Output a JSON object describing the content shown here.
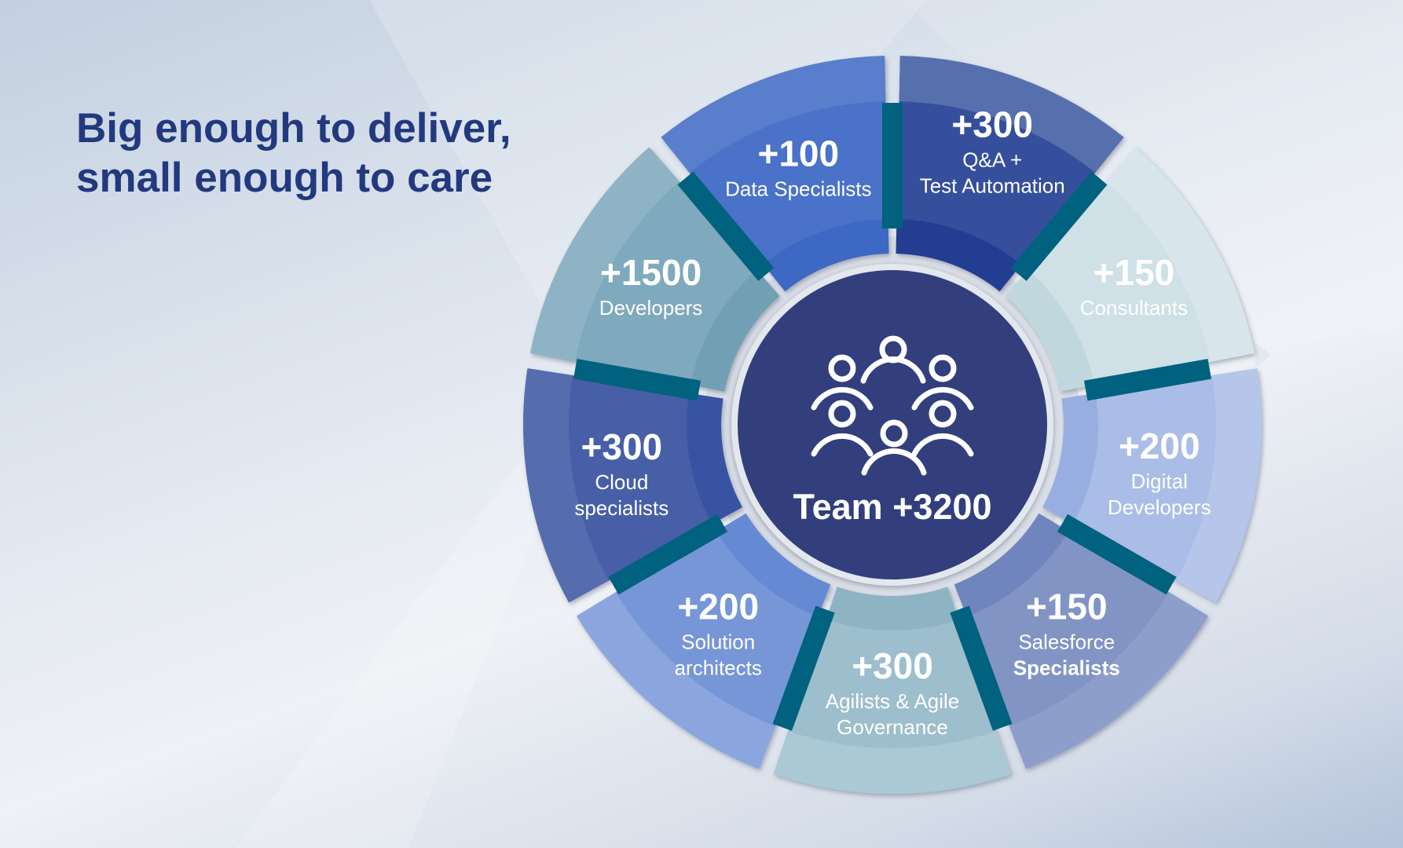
{
  "headline": {
    "line1": "Big enough to deliver,",
    "line2": "small enough to care",
    "color": "#22397f"
  },
  "center": {
    "icon": "team-people-icon",
    "title": "Team +3200",
    "color": "#323f7c"
  },
  "connector_color": "#00627f",
  "segments": [
    {
      "number": "+300",
      "label_lines": [
        "Q&A +",
        "Test Automation"
      ],
      "color": "#34509c",
      "color_outer": "#5e74b2",
      "color_inner": "#1f3a8f"
    },
    {
      "number": "+150",
      "label_lines": [
        "Consultants"
      ],
      "color": "#cfe0e6",
      "color_outer": "#d9e6ec",
      "color_inner": "#bcd4dc"
    },
    {
      "number": "+200",
      "label_lines": [
        "Digital",
        "Developers"
      ],
      "color": "#a9bde6",
      "color_outer": "#b7c8ea",
      "color_inner": "#93aadf"
    },
    {
      "number": "+150",
      "label_lines": [
        "Salesforce",
        "Specialists"
      ],
      "color": "#8294c4",
      "color_outer": "#8fa0cc",
      "color_inner": "#6c80bb"
    },
    {
      "number": "+300",
      "label_lines": [
        "Agilists & Agile",
        "Governance"
      ],
      "color": "#9dbecc",
      "color_outer": "#aecbd6",
      "color_inner": "#8bb1c2"
    },
    {
      "number": "+200",
      "label_lines": [
        "Solution",
        "architects"
      ],
      "color": "#7796d8",
      "color_outer": "#8ea8e0",
      "color_inner": "#6286d2"
    },
    {
      "number": "+300",
      "label_lines": [
        "Cloud",
        "specialists"
      ],
      "color": "#465fa6",
      "color_outer": "#5870b0",
      "color_inner": "#3650a0"
    },
    {
      "number": "+1500",
      "label_lines": [
        "Developers"
      ],
      "color": "#7fa9bc",
      "color_outer": "#90b5c5",
      "color_inner": "#6e9db2"
    },
    {
      "number": "+100",
      "label_lines": [
        "Data Specialists"
      ],
      "color": "#4872c8",
      "color_outer": "#5c80cc",
      "color_inner": "#3a64c2"
    }
  ]
}
